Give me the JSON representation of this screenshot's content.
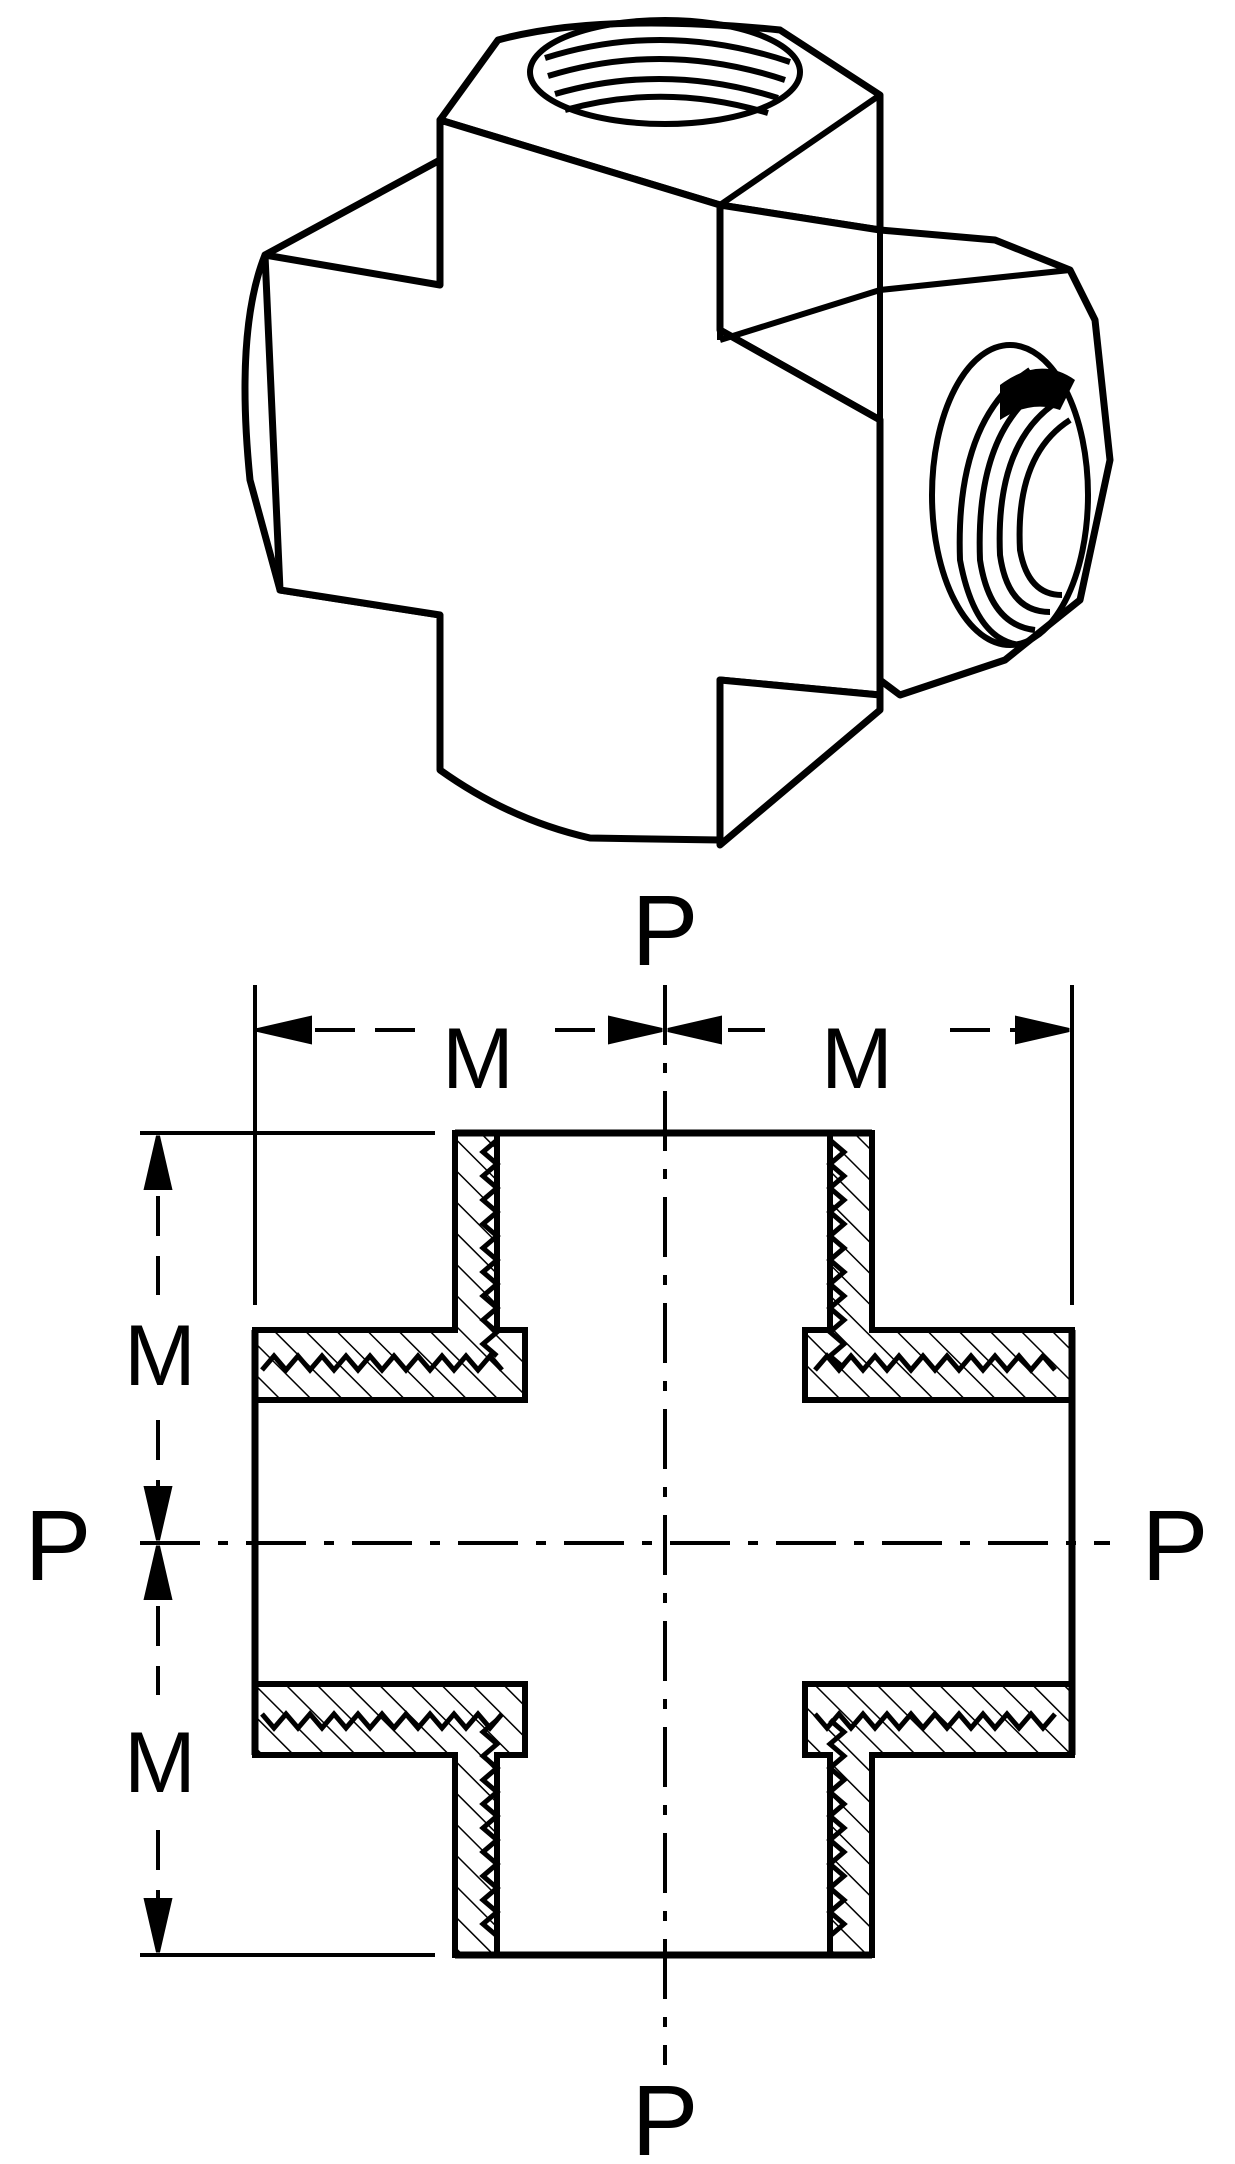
{
  "labels": {
    "port_top": "P",
    "port_bottom": "P",
    "port_left": "P",
    "port_right": "P",
    "dim_top_left": "M",
    "dim_top_right": "M",
    "dim_left_upper": "M",
    "dim_left_lower": "M"
  },
  "colors": {
    "ink": "#000000",
    "paper": "#ffffff"
  }
}
